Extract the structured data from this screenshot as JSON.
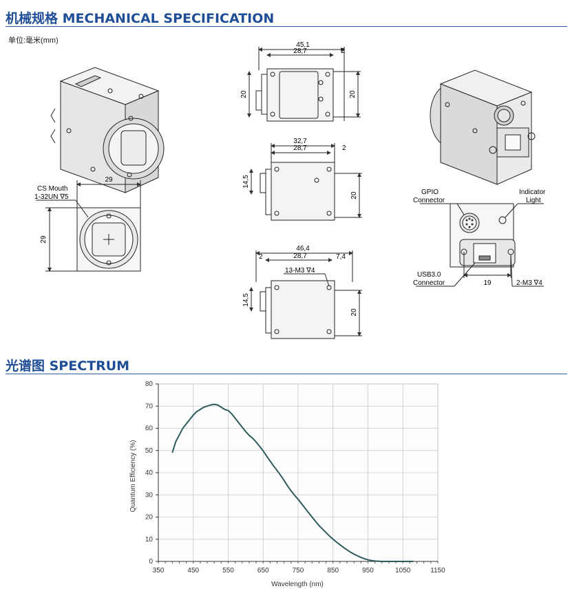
{
  "mechanical": {
    "title": "机械规格 MECHANICAL SPECIFICATION",
    "unit": "单位:毫米(mm)"
  },
  "front_view": {
    "mount_label_1": "CS Mouth",
    "mount_label_2": "1-32UN ∇5",
    "width_dim": "29",
    "height_dim": "29"
  },
  "side_view_top": {
    "overall": "45,1",
    "body": "28,7",
    "flange": "2",
    "left_h": "20",
    "right_h": "20"
  },
  "side_view_mid": {
    "overall": "32,7",
    "body": "28,7",
    "flange": "2",
    "left_h": "14,5",
    "right_h": "20"
  },
  "side_view_bottom": {
    "overall": "46,4",
    "left_flange": "2",
    "body": "28,7",
    "right": "7,4",
    "thread": "13-M3 ∇4",
    "left_h": "14,5",
    "right_h": "20"
  },
  "rear_view": {
    "gpio_1": "GPIO",
    "gpio_2": "Connector",
    "light_1": "Indicator",
    "light_2": "Light",
    "usb_1": "USB3.0",
    "usb_2": "Connector",
    "spacing": "19",
    "holes": "2-M3 ∇4"
  },
  "spectrum": {
    "title": "光谱图    SPECTRUM"
  },
  "colors": {
    "accent": "#1f4e96",
    "curve": "#2d5a5a",
    "grid": "#c8c8c8"
  },
  "chart_data": {
    "type": "line",
    "xlabel": "Wavelength (nm)",
    "ylabel": "Quantum Efficiency (%)",
    "xlim": [
      350,
      1150
    ],
    "ylim": [
      0,
      80
    ],
    "xticks": [
      350,
      450,
      550,
      650,
      750,
      850,
      950,
      1050,
      1150
    ],
    "yticks": [
      0,
      10,
      20,
      30,
      40,
      50,
      60,
      70,
      80
    ],
    "grid": true,
    "series": [
      {
        "x": [
          390,
          400,
          410,
          420,
          430,
          440,
          450,
          460,
          470,
          480,
          490,
          500,
          510,
          520,
          530,
          540,
          550,
          560,
          570,
          580,
          590,
          600,
          610,
          620,
          630,
          640,
          650,
          660,
          670,
          680,
          690,
          700,
          710,
          720,
          730,
          740,
          750,
          760,
          770,
          780,
          790,
          800,
          810,
          820,
          830,
          840,
          850,
          860,
          870,
          880,
          890,
          900,
          910,
          920,
          930,
          940,
          950,
          960,
          970,
          980,
          990,
          1000,
          1010,
          1020,
          1030,
          1040,
          1050,
          1060,
          1070,
          1080
        ],
        "y": [
          49,
          54,
          57,
          60,
          62,
          64,
          66,
          67.5,
          68.5,
          69.5,
          70,
          70.5,
          70.8,
          70.5,
          69.5,
          68.5,
          68,
          66.5,
          64.5,
          62.5,
          60.5,
          58.5,
          56.8,
          55.5,
          53.8,
          51.8,
          49.8,
          47.5,
          45.2,
          43,
          41,
          38.8,
          36.5,
          34,
          31.8,
          29.8,
          28,
          26,
          24,
          22,
          20,
          18,
          16.2,
          14.6,
          13,
          11.4,
          10,
          8.7,
          7.5,
          6.3,
          5.2,
          4.2,
          3.3,
          2.5,
          1.8,
          1.2,
          0.7,
          0.4,
          0.2,
          0.1,
          0,
          0,
          0,
          0,
          0,
          0,
          0,
          0,
          0,
          0
        ]
      }
    ]
  }
}
